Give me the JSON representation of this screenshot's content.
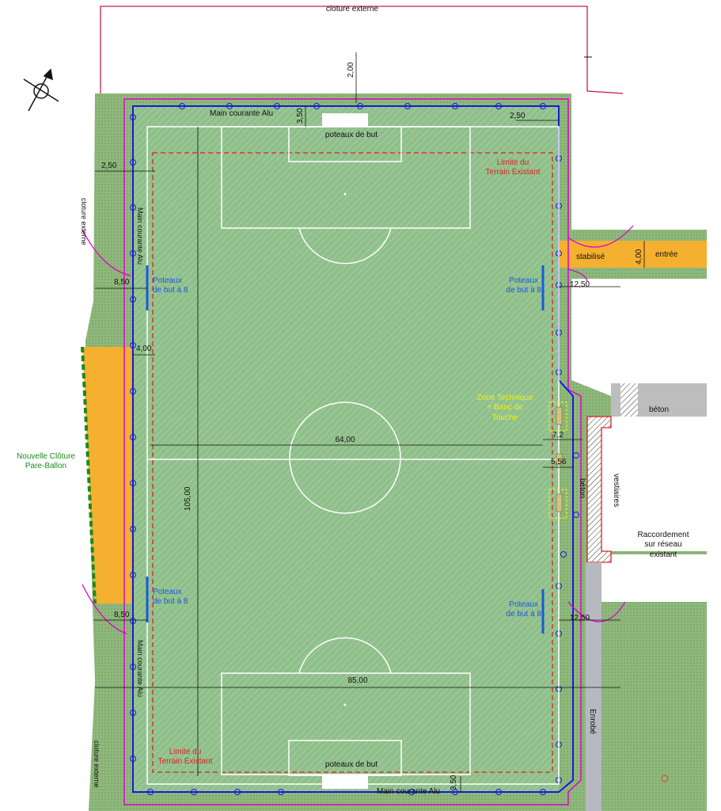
{
  "labels": {
    "cloture_externe_top": "cloture externe",
    "cloture_externe_left_top": "cloture externe",
    "cloture_externe_left_bottom": "cloture externe",
    "main_courante_top": "Main courante Alu",
    "main_courante_left_top": "Main courante Alu",
    "main_courante_left_bottom": "Main courante Alu",
    "main_courante_bottom": "Main courante Alu",
    "poteaux_de_but_top": "poteaux de but",
    "poteaux_de_but_bottom": "poteaux de but",
    "limite_terrain_top_l1": "Limite du",
    "limite_terrain_top_l2": "Terrain Existant",
    "limite_terrain_bottom_l1": "Limite du",
    "limite_terrain_bottom_l2": "Terrain Existant",
    "poteaux8_l1": "Poteaux",
    "poteaux8_l2": "de but à 8",
    "zone_technique_l1": "Zone Technique",
    "zone_technique_l2": "+ Banc de",
    "zone_technique_l3": "Touche",
    "nouvelle_cloture_l1": "Nouvelle Clôture",
    "nouvelle_cloture_l2": "Pare-Ballon",
    "stabilise": "stabilisé",
    "entree": "entrée",
    "beton_top": "béton",
    "beton_side": "béton",
    "vestiaires": "vestiaires",
    "raccordement_l1": "Raccordement",
    "raccordement_l2": "sur réseau",
    "raccordement_l3": "existant",
    "enrobe": "Enrobé"
  },
  "dimensions": {
    "d_2_00": "2,00",
    "d_3_50_top": "3,50",
    "d_3_50_bottom": "3,50",
    "d_2_50_left": "2,50",
    "d_2_50_right": "2,50",
    "d_8_50_top": "8,50",
    "d_8_50_bottom": "8,50",
    "d_4_00_left": "4,00",
    "d_4_00_entree": "4,00",
    "d_12_50_top": "12,50",
    "d_12_50_bottom": "12,50",
    "d_64_00": "64,00",
    "d_105_00": "105,00",
    "d_85_00": "85,00",
    "d_7_2": "7,2",
    "d_5_56": "5,56"
  },
  "colors": {
    "pitch_green": "#8fbf8a",
    "border_green": "#8fb87c",
    "handrail_blue": "#1a1adb",
    "fence_magenta": "#e000c8",
    "limit_red": "#e02020",
    "stabilise_orange": "#f5b030",
    "new_fence_green": "#1a8a1a",
    "dimension_black": "#111111",
    "zone_yellow": "#f0f020",
    "goal_blue": "#1a5adb"
  }
}
